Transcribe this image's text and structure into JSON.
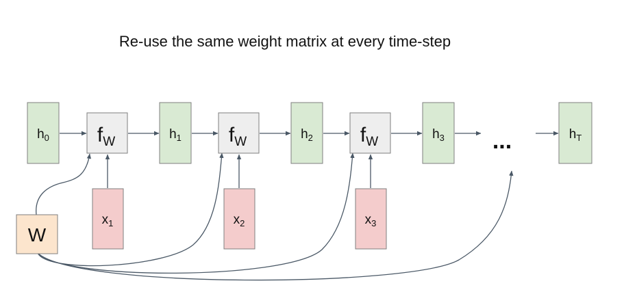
{
  "title": "Re-use the same weight matrix at every time-step",
  "hidden_states": [
    {
      "base": "h",
      "sub": "0"
    },
    {
      "base": "h",
      "sub": "1"
    },
    {
      "base": "h",
      "sub": "2"
    },
    {
      "base": "h",
      "sub": "3"
    },
    {
      "base": "h",
      "sub": "T"
    }
  ],
  "inputs": [
    {
      "base": "x",
      "sub": "1"
    },
    {
      "base": "x",
      "sub": "2"
    },
    {
      "base": "x",
      "sub": "3"
    }
  ],
  "functions": [
    {
      "base": "f",
      "sub": "W"
    },
    {
      "base": "f",
      "sub": "W"
    },
    {
      "base": "f",
      "sub": "W"
    }
  ],
  "weight": {
    "label": "W"
  },
  "ellipsis": "...",
  "colors": {
    "hidden_fill": "#d9ead3",
    "input_fill": "#f4cccc",
    "function_fill": "#eeeeee",
    "weight_fill": "#fce5cd",
    "arrow": "#4a5866"
  }
}
